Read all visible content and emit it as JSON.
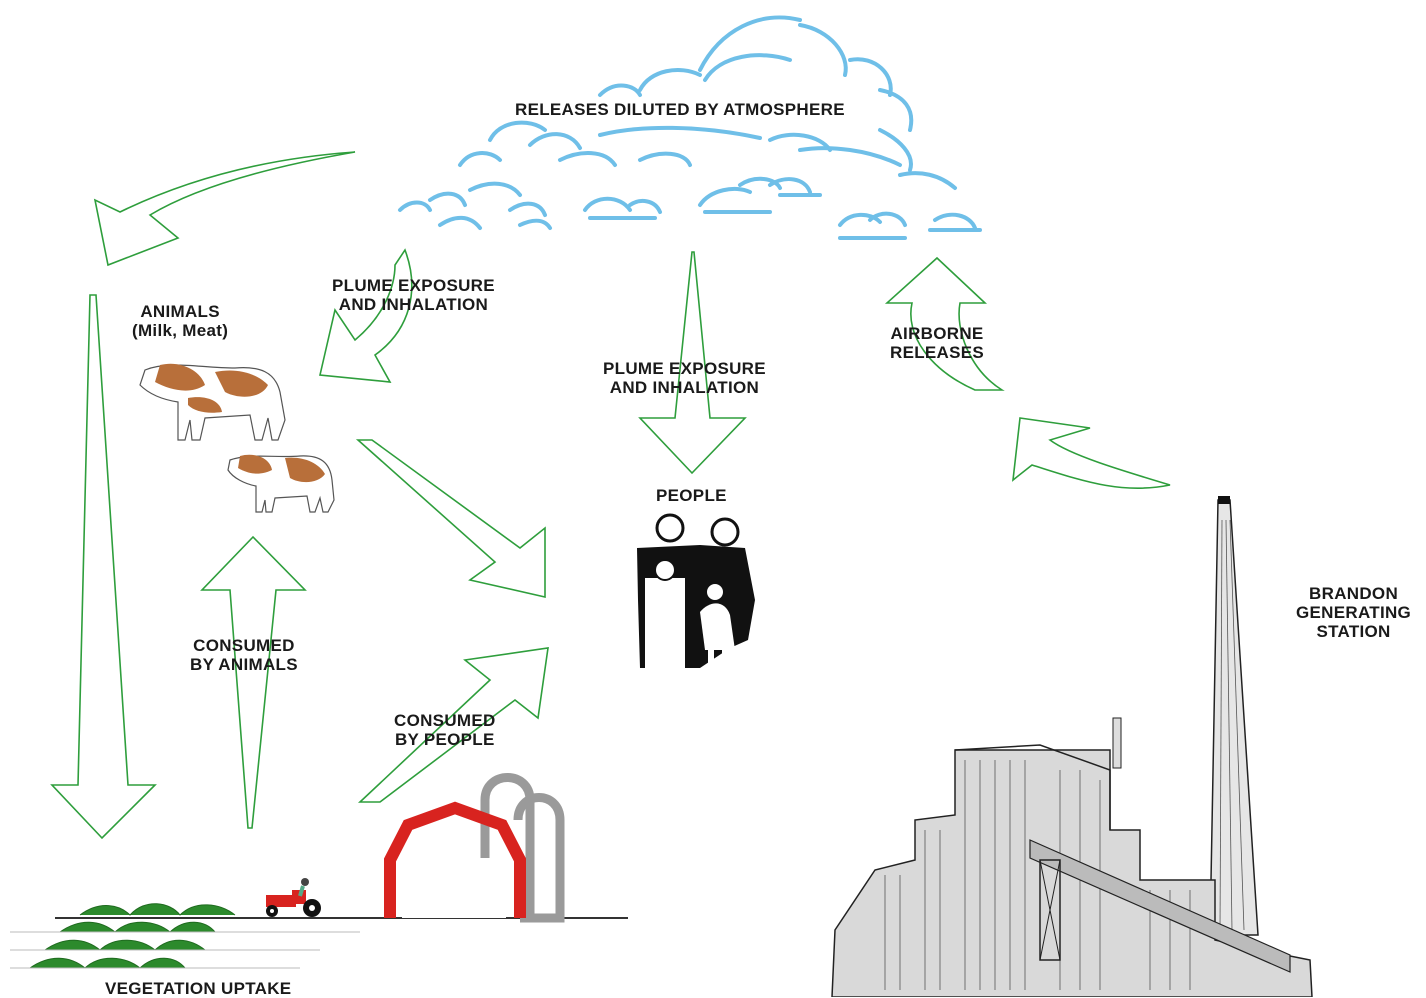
{
  "labels": {
    "atmosphere": "RELEASES DILUTED BY ATMOSPHERE",
    "animals_1": "ANIMALS",
    "animals_2": "(Milk, Meat)",
    "plume_left_1": "PLUME EXPOSURE",
    "plume_left_2": "AND INHALATION",
    "plume_center_1": "PLUME EXPOSURE",
    "plume_center_2": "AND INHALATION",
    "airborne_1": "AIRBORNE",
    "airborne_2": "RELEASES",
    "people": "PEOPLE",
    "consumed_animals_1": "CONSUMED",
    "consumed_animals_2": "BY ANIMALS",
    "consumed_people_1": "CONSUMED",
    "consumed_people_2": "BY PEOPLE",
    "station_1": "BRANDON",
    "station_2": "GENERATING",
    "station_3": "STATION",
    "vegetation": "VEGETATION UPTAKE"
  },
  "colors": {
    "arrow": "#2e9e3c",
    "cloud": "#6fbfe8",
    "barn": "#d8231f",
    "silo": "#9a9a9a",
    "cow_patch": "#b86f3a"
  },
  "icons": [
    "cloud-icon",
    "cow-icon",
    "people-family-icon",
    "barn-icon",
    "silo-icon",
    "tractor-icon",
    "crops-icon",
    "power-station-icon"
  ]
}
